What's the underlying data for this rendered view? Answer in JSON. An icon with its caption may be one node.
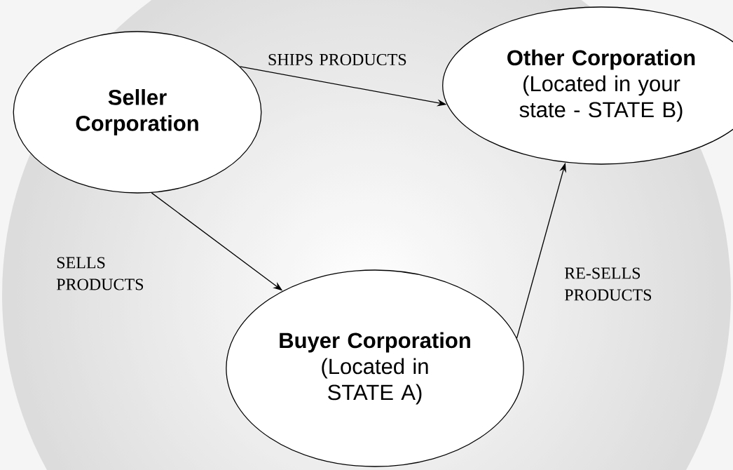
{
  "diagram": {
    "nodes": [
      {
        "text": [
          "Seller Corporation"
        ]
      },
      {
        "text": [
          "Other Corporation",
          "(Located in your state - STATE B)"
        ]
      },
      {
        "text": [
          "Buyer Corporation",
          "(Located in STATE A)"
        ]
      }
    ],
    "edges": [
      {
        "from": 0,
        "to": 1,
        "arrow": "to",
        "label": "SHIPS PRODUCTS"
      },
      {
        "from": 0,
        "to": 2,
        "arrow": "to",
        "label": "SELLS PRODUCTS"
      },
      {
        "from": 2,
        "to": 1,
        "arrow": "to",
        "label": "RE-SELLS PRODUCTS"
      }
    ]
  }
}
